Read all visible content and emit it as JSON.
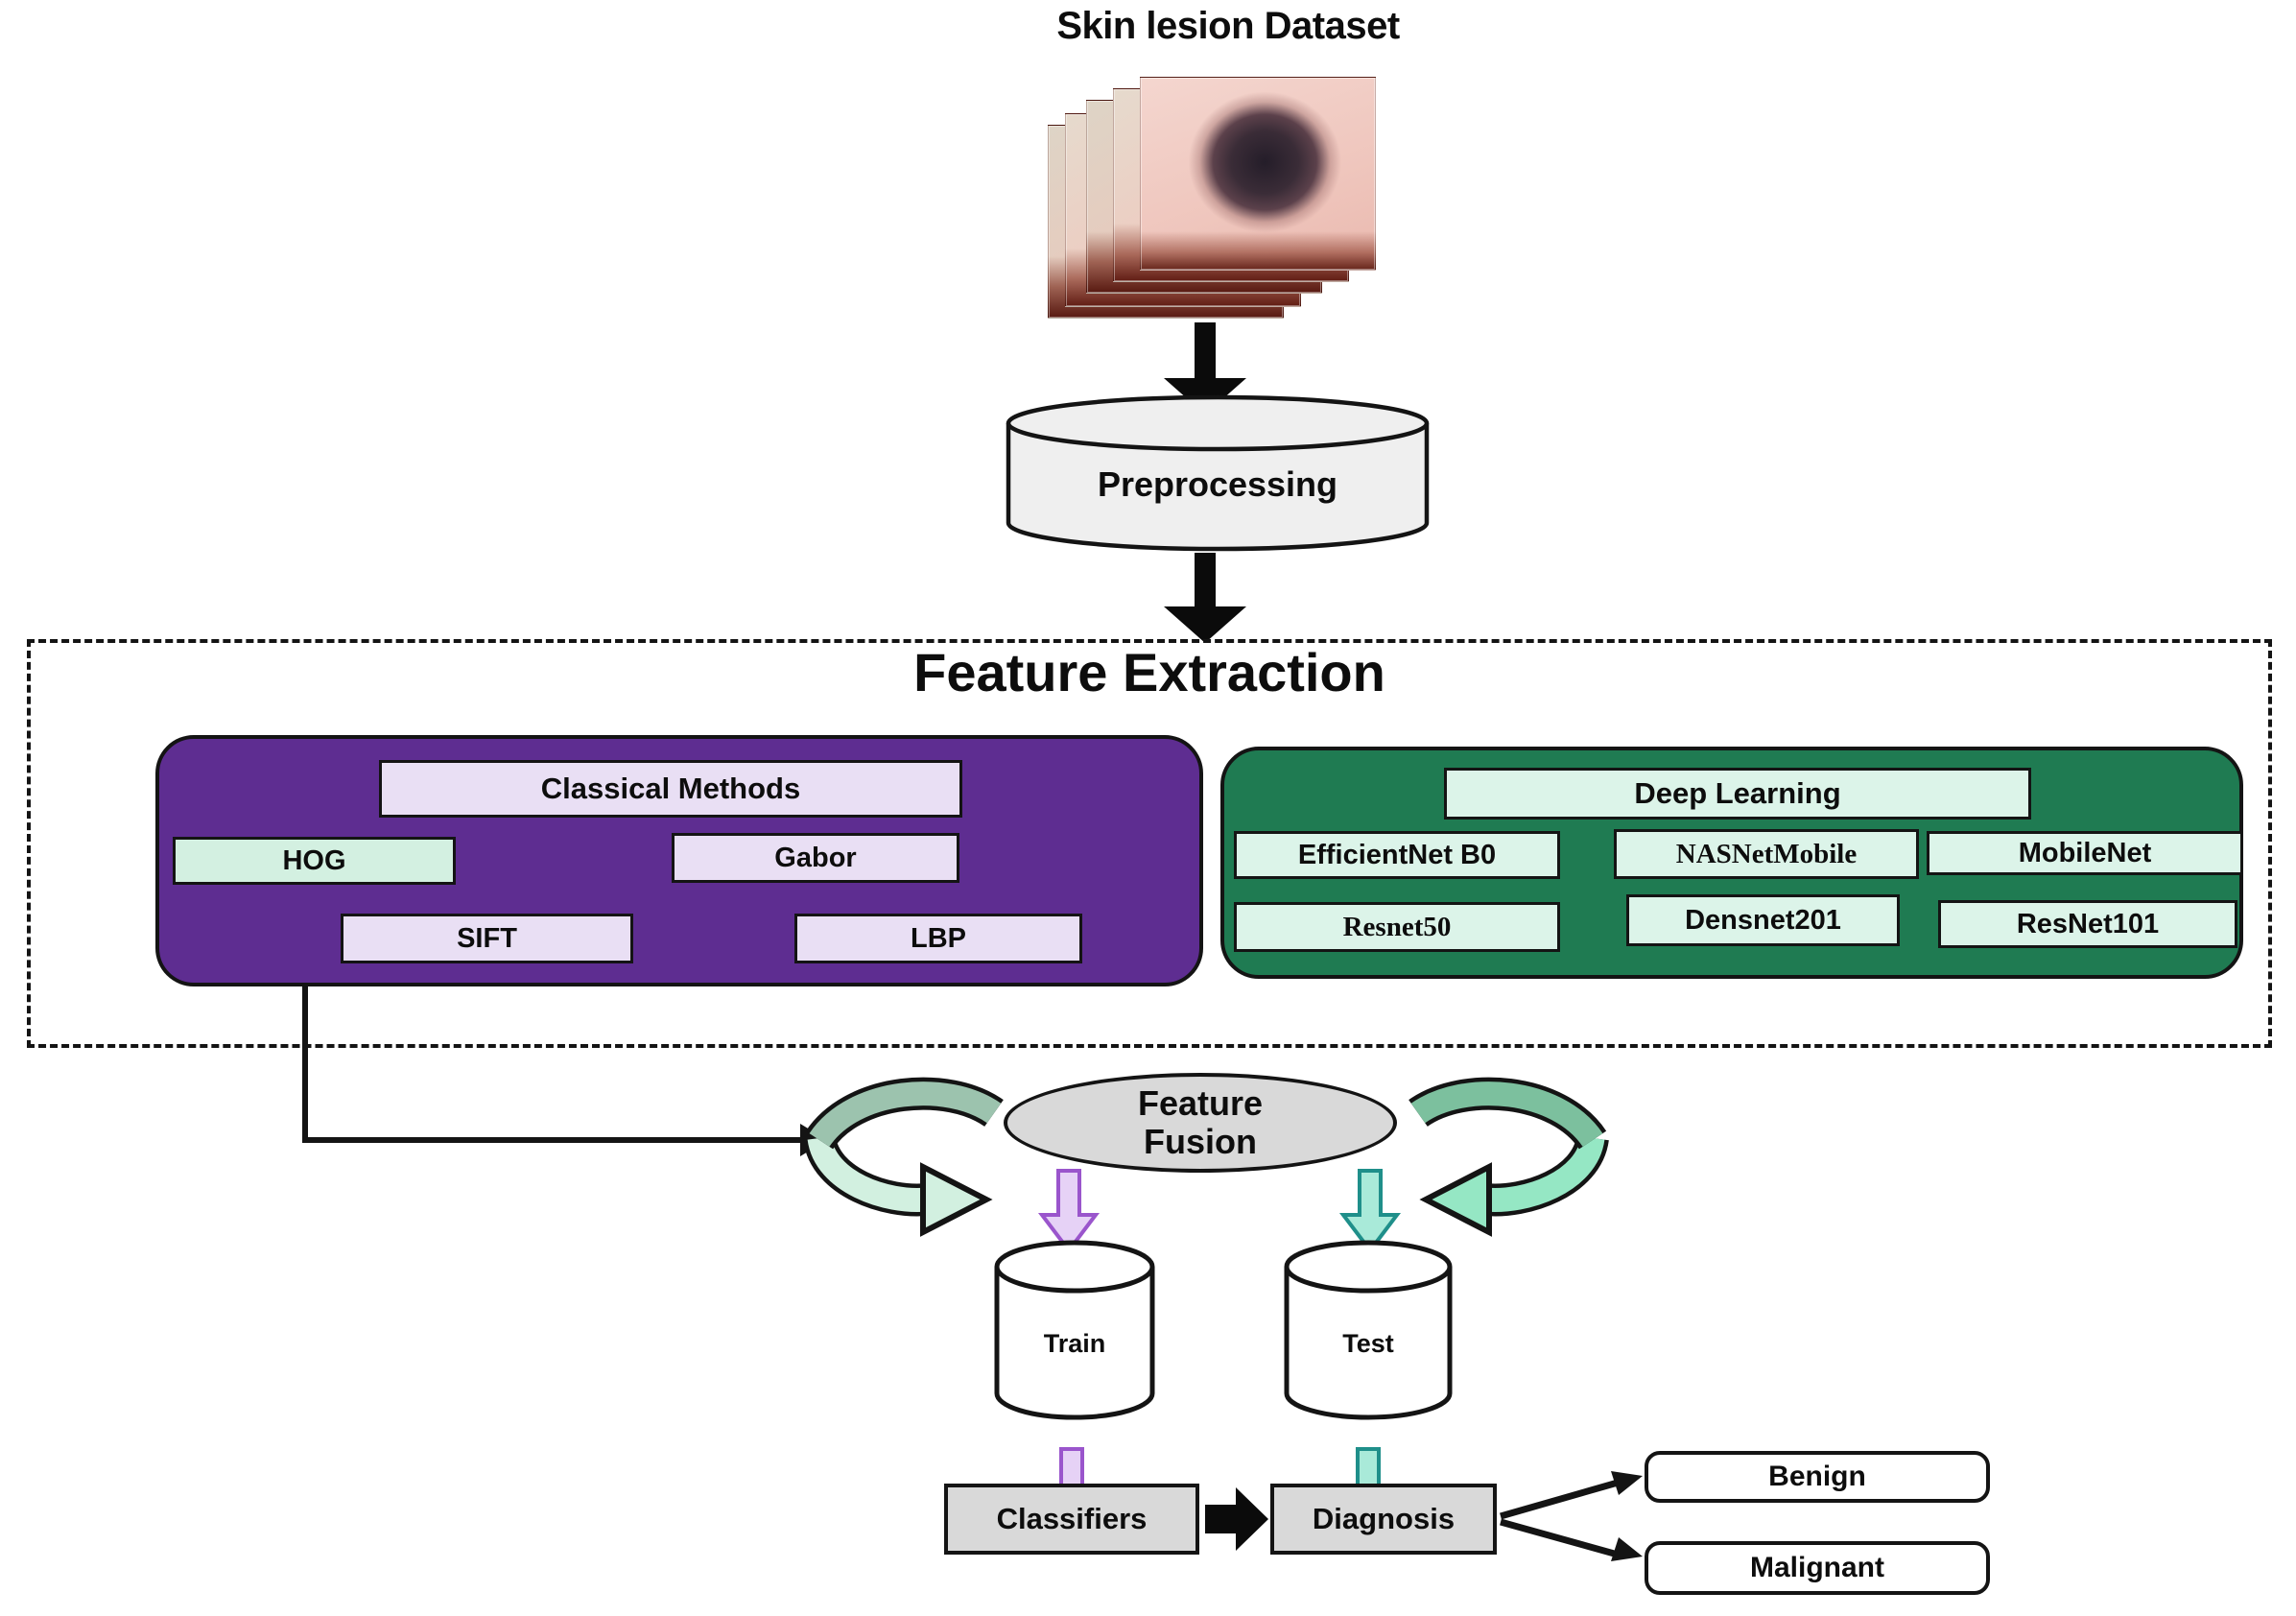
{
  "title": "Skin lesion Dataset",
  "preprocessing_label": "Preprocessing",
  "feature_extraction": {
    "title": "Feature Extraction",
    "classical": {
      "header": "Classical Methods",
      "items": [
        "HOG",
        "Gabor",
        "SIFT",
        "LBP"
      ]
    },
    "deep": {
      "header": "Deep Learning",
      "row1": [
        "EfficientNet B0",
        "NASNetMobile",
        "MobileNet"
      ],
      "row2": [
        "Resnet50",
        "Densnet201",
        "ResNet101"
      ]
    }
  },
  "fusion": {
    "line1": "Feature",
    "line2": "Fusion"
  },
  "cylinders": {
    "train": "Train",
    "test": "Test"
  },
  "boxes": {
    "classifiers": "Classifiers",
    "diagnosis": "Diagnosis"
  },
  "outcomes": {
    "benign": "Benign",
    "malignant": "Malignant"
  },
  "colors": {
    "purple_panel": "#5E2D91",
    "lavender_chip": "#E9DFF4",
    "mint_chip": "#D3F0E1",
    "green_panel": "#1F7B52",
    "green_chip": "#DCF4E9",
    "cylinder_fill": "#EFEFEF",
    "fusion_fill": "#D9D9D9",
    "gray_box": "#D9D9D9",
    "outline": "#141414",
    "arrow_purple_fill": "#E6D2F6",
    "arrow_purple_stroke": "#9A55CC",
    "arrow_teal_fill": "#A9EAD9",
    "arrow_teal_stroke": "#1F8F8A",
    "ribbon_left_top": "#9CC3AE",
    "ribbon_left_bottom": "#D2F0E0",
    "ribbon_right_top": "#7CC09E",
    "ribbon_right_bottom": "#95E7C4"
  }
}
